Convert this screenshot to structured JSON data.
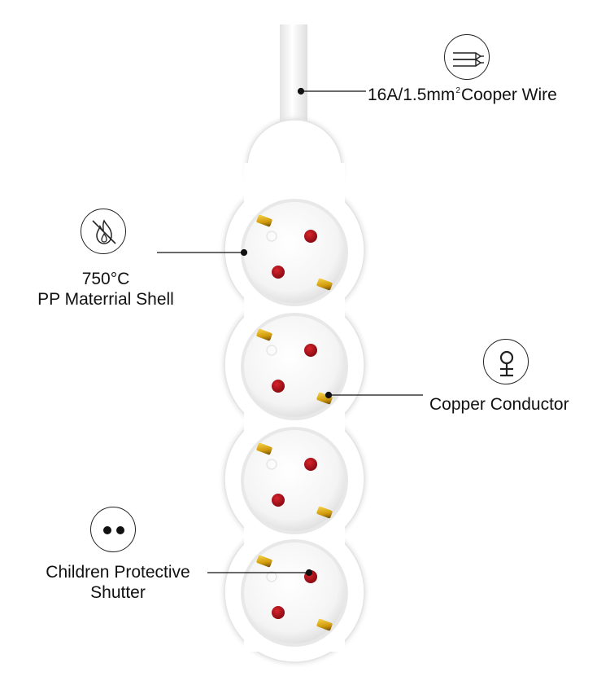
{
  "callouts": {
    "wire": {
      "text_main": "16A/1.5mm",
      "text_sup": "2",
      "text_rest": "Cooper Wire",
      "icon": "wire-icon"
    },
    "shell": {
      "line1": "750°C",
      "line2": "PP Materrial Shell",
      "icon": "no-fire-icon"
    },
    "conductor": {
      "text": "Copper Conductor",
      "icon": "copper-symbol-icon"
    },
    "shutter": {
      "line1": "Children Protective",
      "line2": "Shutter",
      "icon": "two-dots-icon"
    }
  },
  "product": {
    "socket_count": 4,
    "colors": {
      "body": "#ffffff",
      "body_shadow": "#e6e6e6",
      "pin_hole": "#b0101a",
      "contact": "#e2b414"
    }
  }
}
